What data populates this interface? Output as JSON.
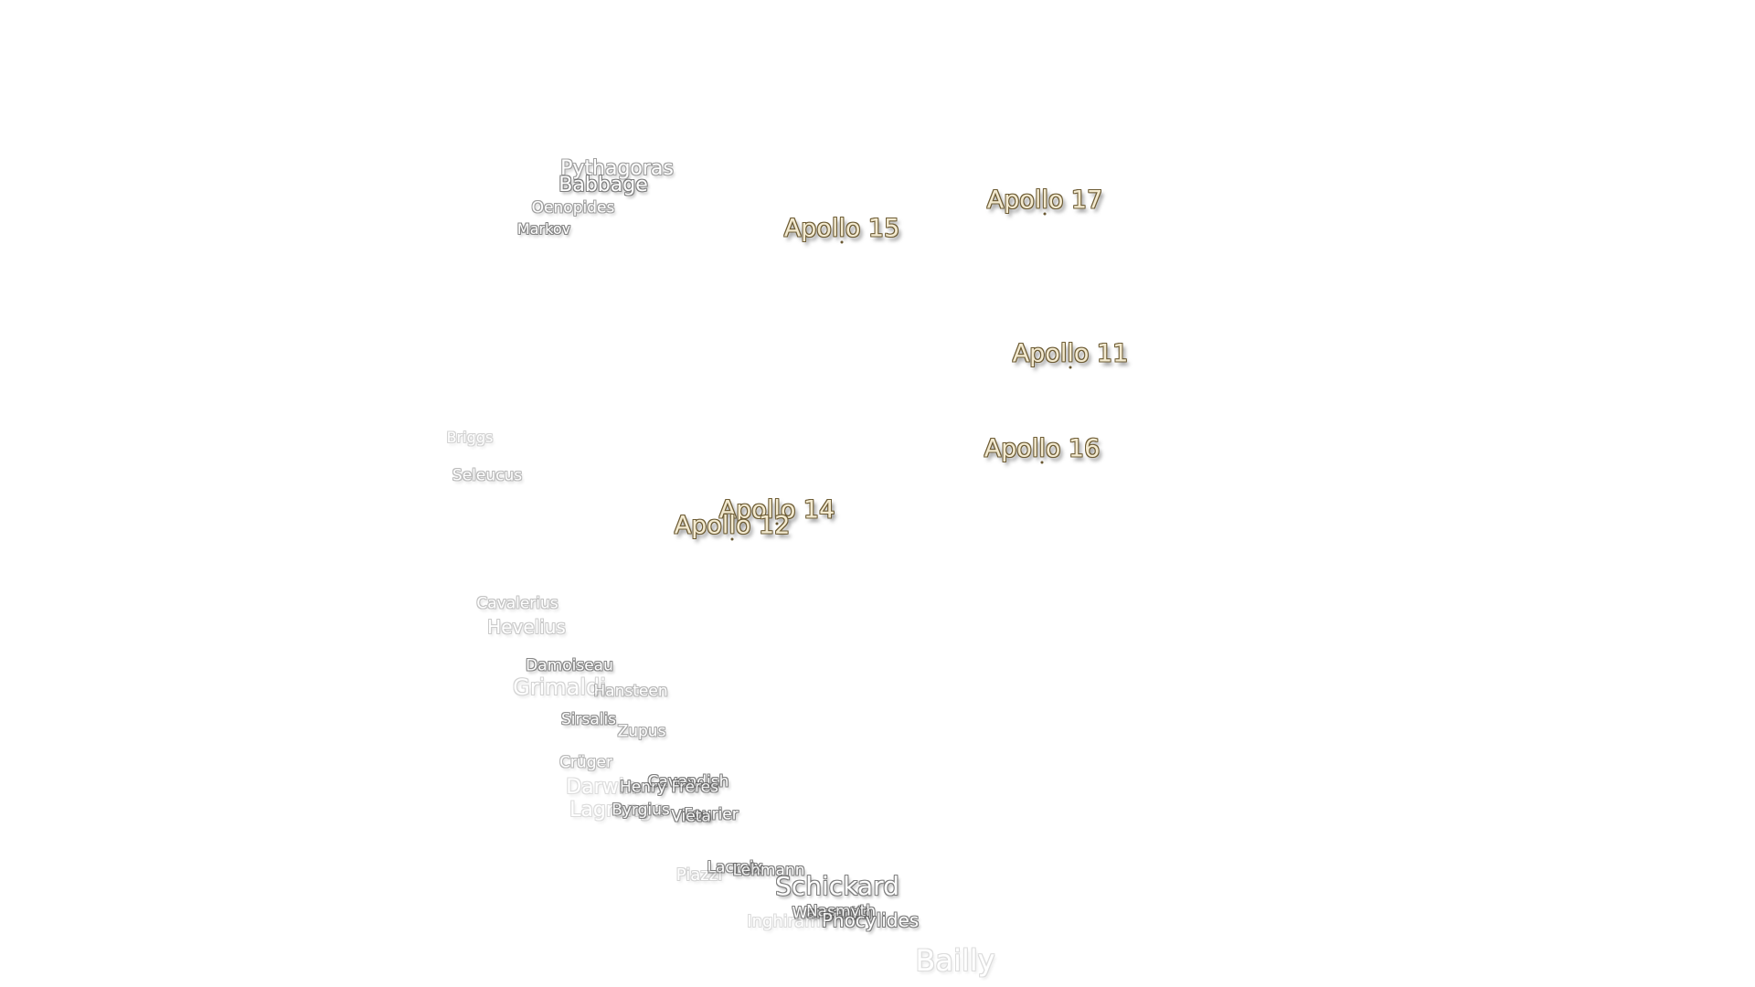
{
  "map": {
    "craters": [
      {
        "name": "Pythagoras",
        "size": 22,
        "opacity": 0.55
      },
      {
        "name": "Babbage",
        "size": 22,
        "opacity": 0.75
      },
      {
        "name": "Oenopides",
        "size": 17,
        "opacity": 0.55
      },
      {
        "name": "Markov",
        "size": 16,
        "opacity": 0.7
      },
      {
        "name": "Briggs",
        "size": 16,
        "opacity": 0.25
      },
      {
        "name": "Seleucus",
        "size": 17,
        "opacity": 0.4
      },
      {
        "name": "Cavalerius",
        "size": 17,
        "opacity": 0.35
      },
      {
        "name": "Hevelius",
        "size": 20,
        "opacity": 0.3
      },
      {
        "name": "Damoiseau",
        "size": 17,
        "opacity": 0.7
      },
      {
        "name": "Grimaldi",
        "size": 24,
        "opacity": 0.25
      },
      {
        "name": "Hansteen",
        "size": 17,
        "opacity": 0.4
      },
      {
        "name": "Sirsalis",
        "size": 17,
        "opacity": 0.65
      },
      {
        "name": "Zupus",
        "size": 17,
        "opacity": 0.5
      },
      {
        "name": "Crüger",
        "size": 17,
        "opacity": 0.4
      },
      {
        "name": "Darwin",
        "size": 22,
        "opacity": 0.2
      },
      {
        "name": "Cavendish",
        "size": 17,
        "opacity": 0.75
      },
      {
        "name": "Henry Frères",
        "size": 17,
        "opacity": 0.75
      },
      {
        "name": "Lagrange",
        "size": 22,
        "opacity": 0.2
      },
      {
        "name": "Byrgius",
        "size": 17,
        "opacity": 0.7
      },
      {
        "name": "Fourier",
        "size": 17,
        "opacity": 0.7
      },
      {
        "name": "Vieta",
        "size": 17,
        "opacity": 0.75
      },
      {
        "name": "Lacroix",
        "size": 17,
        "opacity": 0.7
      },
      {
        "name": "Lehmann",
        "size": 17,
        "opacity": 0.75
      },
      {
        "name": "Piazzi",
        "size": 18,
        "opacity": 0.25
      },
      {
        "name": "Schickard",
        "size": 28,
        "opacity": 0.75
      },
      {
        "name": "Wargentin",
        "size": 17,
        "opacity": 0.75
      },
      {
        "name": "Nasmyth",
        "size": 17,
        "opacity": 0.75
      },
      {
        "name": "Inghirami",
        "size": 18,
        "opacity": 0.2
      },
      {
        "name": "Phocylides",
        "size": 20,
        "opacity": 0.75
      },
      {
        "name": "Bailly",
        "size": 32,
        "opacity": 0.2
      }
    ],
    "apollo_sites": [
      {
        "name": "Apollo 17"
      },
      {
        "name": "Apollo 15"
      },
      {
        "name": "Apollo 11"
      },
      {
        "name": "Apollo 16"
      },
      {
        "name": "Apollo 14"
      },
      {
        "name": "Apollo 12"
      }
    ]
  }
}
